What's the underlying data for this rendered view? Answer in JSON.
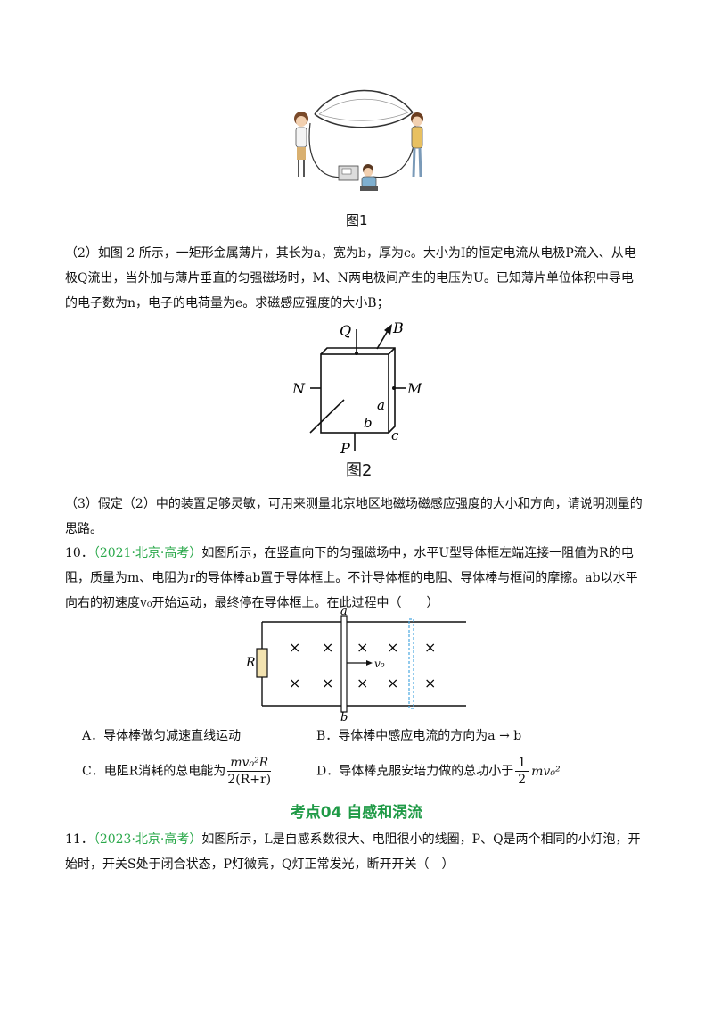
{
  "figure1": {
    "caption": "图1"
  },
  "q9_part2": {
    "lines": [
      "（2）如图 2 所示，一矩形金属薄片，其长为a，宽为b，厚为c。大小为I的恒定电流从电极P流入、从电",
      "极Q流出，当外加与薄片垂直的匀强磁场时，M、N两电极间产生的电压为U。已知薄片单位体积中导电",
      "的电子数为n，电子的电荷量为e。求磁感应强度的大小B；"
    ]
  },
  "figure2": {
    "caption": "图2",
    "labels": {
      "Q": "Q",
      "B": "B",
      "N": "N",
      "M": "M",
      "a": "a",
      "b": "b",
      "c": "c",
      "P": "P"
    }
  },
  "q9_part3": {
    "lines": [
      "（3）假定（2）中的装置足够灵敏，可用来测量北京地区地磁场磁感应强度的大小和方向，请说明测量的",
      "思路。"
    ]
  },
  "q10": {
    "number": "10．",
    "tag": "（2021·北京·高考）",
    "line1_rest": "如图所示，在竖直向下的匀强磁场中，水平U型导体框左端连接一阻值为R的电",
    "line2": "阻，质量为m、电阻为r的导体棒ab置于导体框上。不计导体框的电阻、导体棒与框间的摩擦。ab以水平",
    "line3": "向右的初速度v₀开始运动，最终停在导体框上。在此过程中（　　）",
    "figure": {
      "R": "R",
      "a": "a",
      "b": "b",
      "v0": "v₀",
      "cross": "×"
    },
    "options": {
      "A": "A．导体棒做匀减速直线运动",
      "B": "B．导体棒中感应电流的方向为a → b",
      "C_prefix": "C．电阻R消耗的总电能为",
      "C_num": "mv₀²R",
      "C_den": "2(R+r)",
      "D_prefix": "D．导体棒克服安培力做的总功小于",
      "D_frac_num": "1",
      "D_frac_den": "2",
      "D_suffix": "mv₀²"
    }
  },
  "section": {
    "title": "考点04  自感和涡流"
  },
  "q11": {
    "number": "11．",
    "tag": "（2023·北京·高考）",
    "line1_rest": "如图所示，L是自感系数很大、电阻很小的线圈，P、Q是两个相同的小灯泡，开",
    "line2": "始时，开关S处于闭合状态，P灯微亮，Q灯正常发光，断开开关（　）"
  }
}
